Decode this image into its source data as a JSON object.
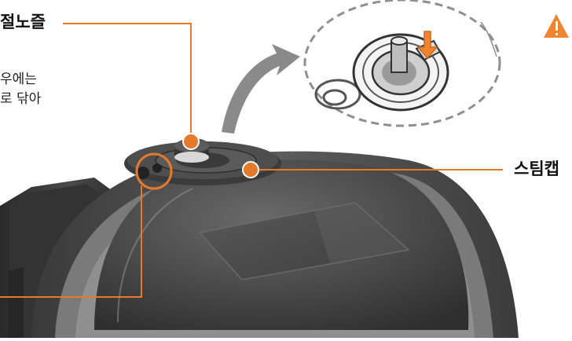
{
  "labels": {
    "top_left": "절노즐",
    "right": "스팀캡"
  },
  "text_lines": [
    "우에는",
    "로 닦아"
  ],
  "colors": {
    "callout": "#e5792c",
    "warning": "#ef8530",
    "arrow": "#8a8a8a",
    "dash": "#8f8f8f"
  },
  "icons": {
    "warning": "warning-icon",
    "curved_arrow": "curved-arrow-icon"
  }
}
